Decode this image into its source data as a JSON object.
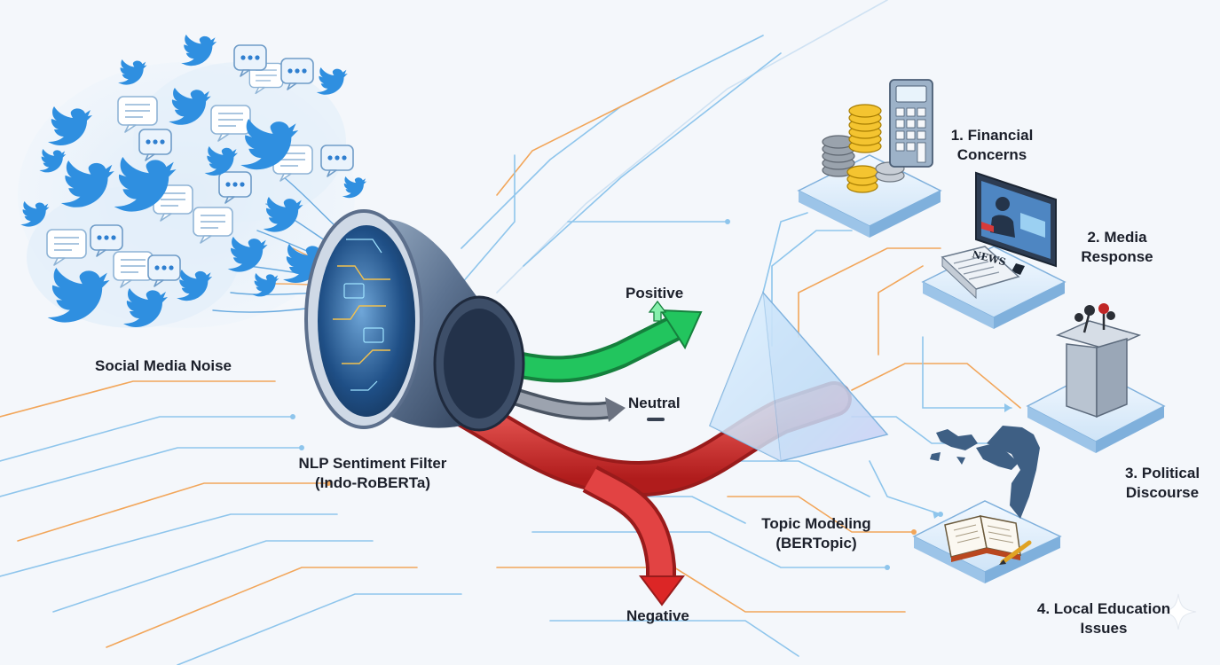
{
  "source_label": "Social Media Noise",
  "filter_label": {
    "line1": "NLP Sentiment Filter",
    "line2": "(Indo-RoBERTa)"
  },
  "sentiments": {
    "positive": "Positive",
    "neutral": "Neutral",
    "negative": "Negative"
  },
  "topic_model_label": {
    "line1": "Topic Modeling",
    "line2": "(BERTopic)"
  },
  "news_sign": "NEWS",
  "topics": [
    {
      "line1": "1. Financial",
      "line2": "Concerns"
    },
    {
      "line1": "2. Media",
      "line2": "Response"
    },
    {
      "line1": "3. Political",
      "line2": "Discourse"
    },
    {
      "line1": "4. Local Education",
      "line2": "Issues"
    }
  ],
  "colors": {
    "positive": "#22c55e",
    "neutral": "#6b7280",
    "negative": "#dc2626",
    "twitter_blue": "#2f8fe0",
    "platform": "#d4e6f8",
    "circuit_blue": "#8ec5ec",
    "circuit_orange": "#f2a65a"
  },
  "icons": [
    "twitter-bird-icon",
    "chat-bubble-icon",
    "funnel-icon",
    "prism-icon",
    "coins-icon",
    "calculator-icon",
    "monitor-icon",
    "newspaper-icon",
    "podium-icon",
    "microphone-icon",
    "map-icon",
    "book-icon",
    "pencil-icon",
    "sparkle-icon"
  ]
}
